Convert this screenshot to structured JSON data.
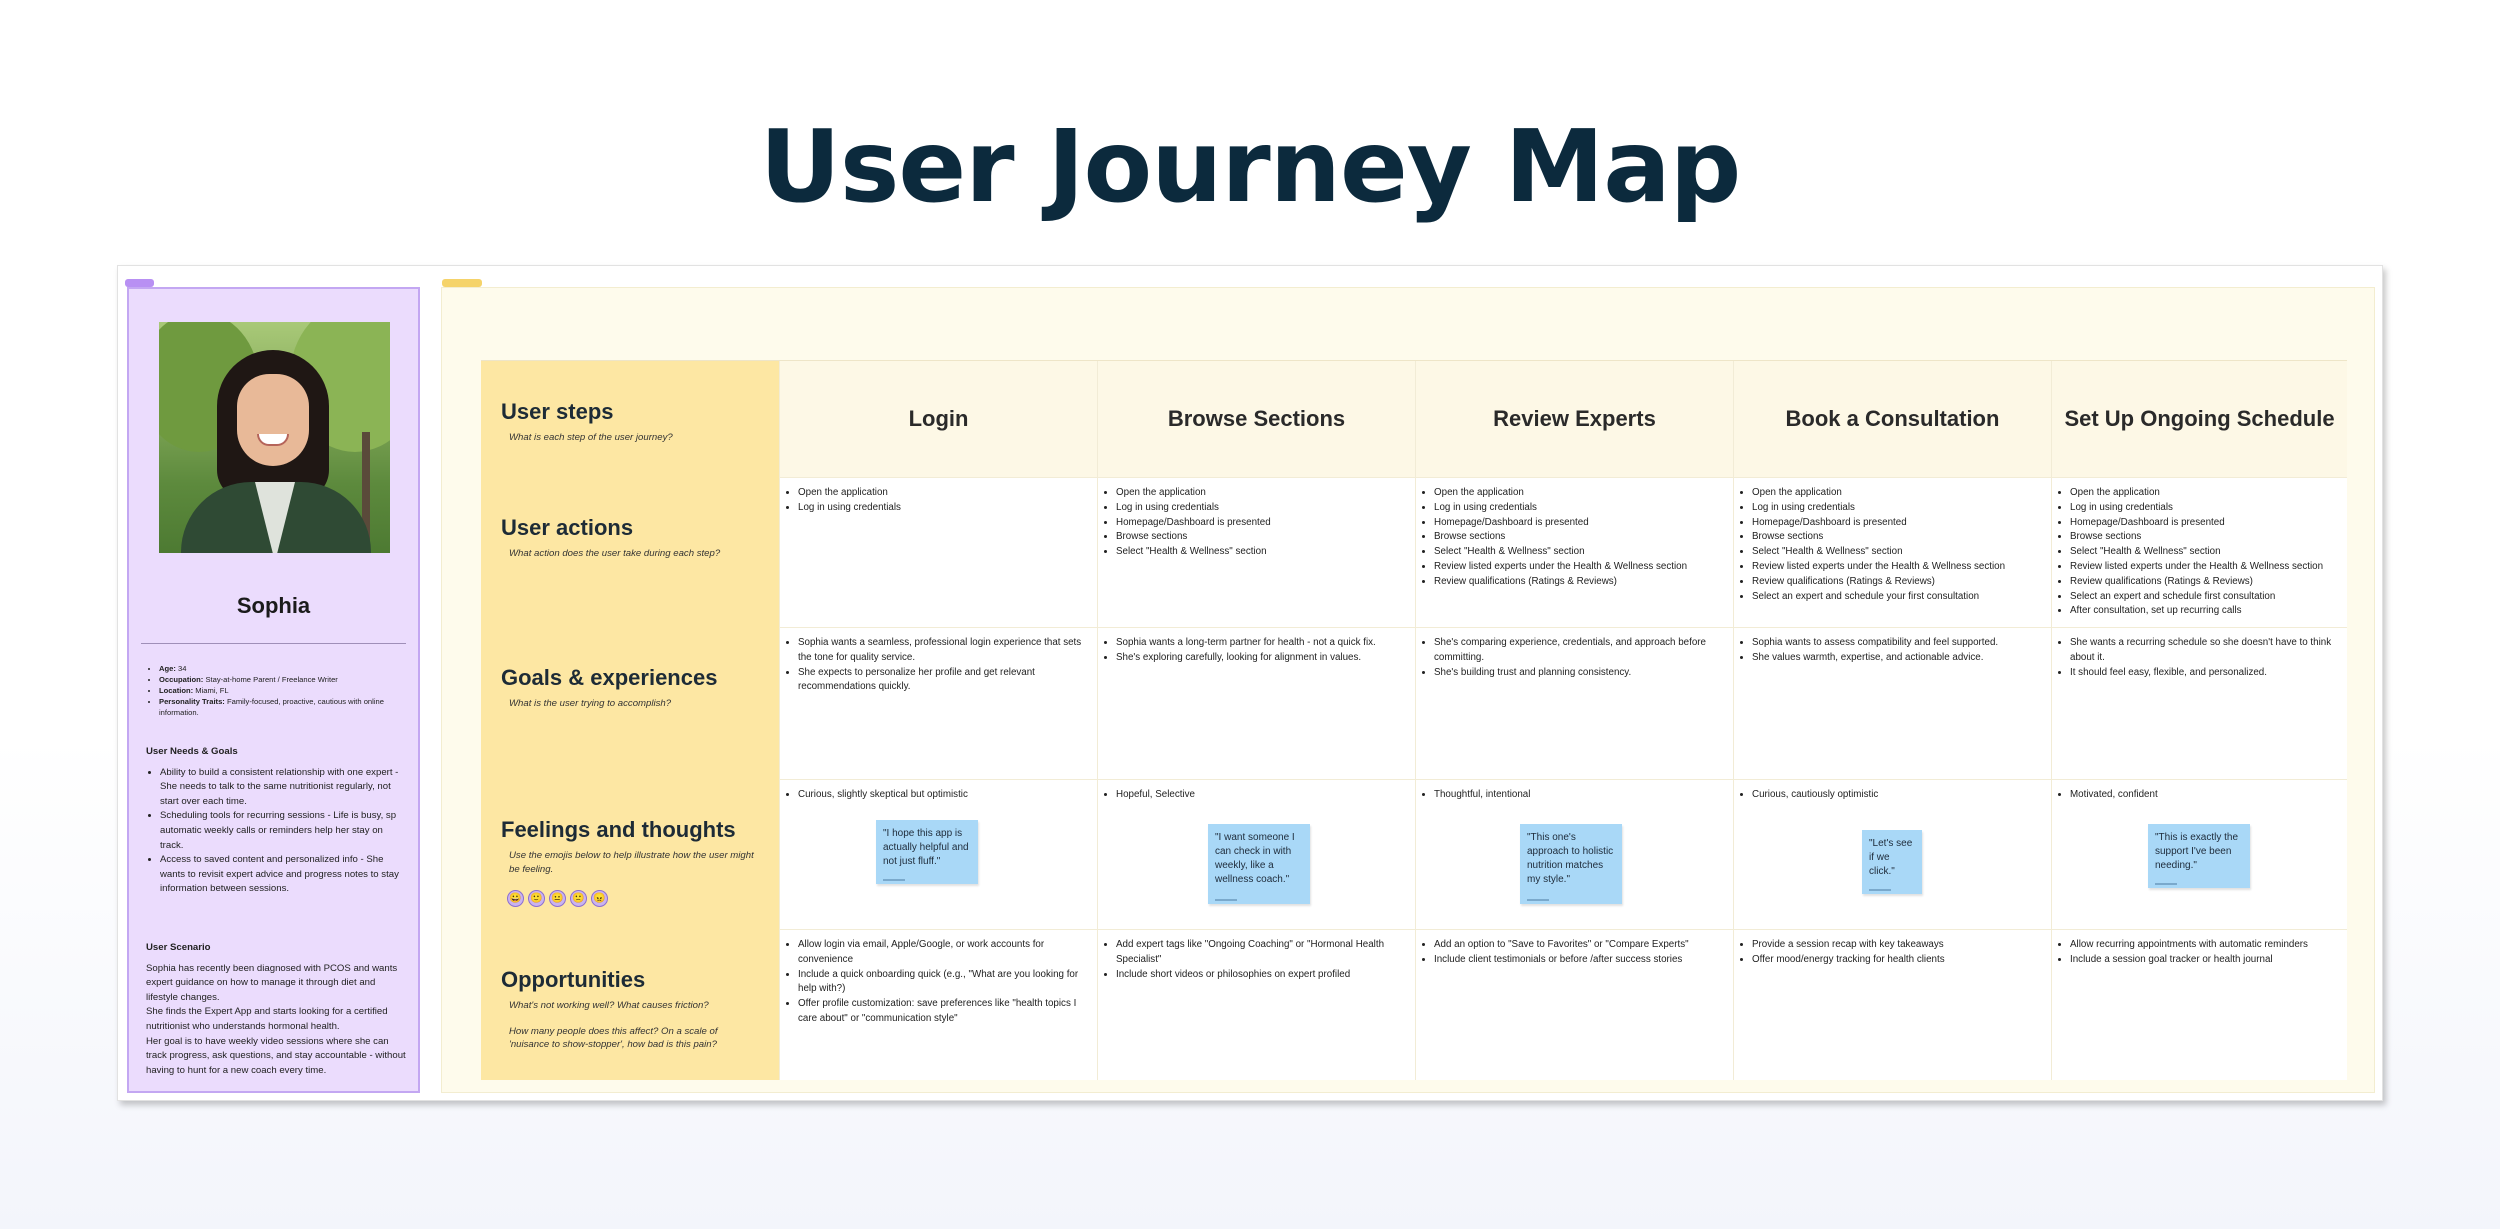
{
  "title": "User Journey Map",
  "frame_tags": {
    "persona": "",
    "journey": ""
  },
  "persona": {
    "name": "Sophia",
    "details": [
      {
        "label": "Age:",
        "value": "34"
      },
      {
        "label": "Occupation:",
        "value": "Stay-at-home Parent / Freelance Writer"
      },
      {
        "label": "Location:",
        "value": "Miami, FL"
      },
      {
        "label": "Personality Traits:",
        "value": "Family-focused, proactive, cautious with online information."
      }
    ],
    "needs_heading": "User Needs & Goals",
    "needs": [
      "Ability to build a consistent relationship with one expert - She needs to talk to the same nutritionist regularly, not start over each time.",
      "Scheduling tools for recurring sessions - Life is busy, sp automatic weekly calls or reminders help her stay on track.",
      "Access to saved content and personalized info - She wants to revisit expert advice and progress notes to stay information between sessions."
    ],
    "scenario_heading": "User Scenario",
    "scenario": [
      "Sophia has recently been diagnosed with PCOS and wants expert guidance on how to manage it through diet and lifestyle changes.",
      "She finds the Expert App and starts looking for a certified nutritionist who understands hormonal health.",
      "Her goal is to have weekly video sessions where she can track progress, ask questions, and stay accountable - without having to hunt for a new coach every time."
    ]
  },
  "rows": [
    {
      "title": "User steps",
      "sub": "What is each step of the user journey?"
    },
    {
      "title": "User actions",
      "sub": "What action does the user take during each step?"
    },
    {
      "title": "Goals & experiences",
      "sub": "What is the user trying to accomplish?"
    },
    {
      "title": "Feelings and thoughts",
      "sub": "Use the emojis below to help illustrate how the user might be feeling."
    },
    {
      "title": "Opportunities",
      "sub": "What's not working well? What causes friction?",
      "sub2": "How many people does this affect? On a scale of 'nuisance to show-stopper', how bad is this pain?"
    }
  ],
  "emojis": [
    "😀",
    "🙂",
    "😐",
    "🙁",
    "😠"
  ],
  "steps": [
    {
      "name": "Login",
      "actions": [
        "Open the application",
        "Log in using credentials"
      ],
      "goals": [
        "Sophia wants a seamless, professional login experience that sets the tone for quality service.",
        "She expects to personalize her profile and get relevant recommendations quickly."
      ],
      "feeling": "Curious, slightly skeptical but optimistic",
      "quote": "\"I hope this app is actually helpful and not just fluff.\"",
      "opportunities": [
        "Allow login via email, Apple/Google, or work accounts for convenience",
        "Include a quick onboarding quick (e.g., \"What are you looking for help with?)",
        "Offer profile customization: save preferences like \"health topics I care about\" or \"communication style\""
      ]
    },
    {
      "name": "Browse Sections",
      "actions": [
        "Open the application",
        "Log in using credentials",
        "Homepage/Dashboard is presented",
        "Browse sections",
        "Select \"Health & Wellness\" section"
      ],
      "goals": [
        "Sophia wants a long-term partner for health - not a quick fix.",
        "She's exploring carefully, looking for alignment in values."
      ],
      "feeling": "Hopeful, Selective",
      "quote": "\"I want someone I can check in with weekly, like a wellness coach.\"",
      "opportunities": [
        "Add expert tags like \"Ongoing Coaching\" or \"Hormonal Health Specialist\"",
        "Include short videos or philosophies on expert profiled"
      ]
    },
    {
      "name": "Review Experts",
      "actions": [
        "Open the application",
        "Log in using credentials",
        "Homepage/Dashboard is presented",
        "Browse sections",
        "Select \"Health & Wellness\" section",
        "Review listed experts under the Health & Wellness section",
        "Review qualifications (Ratings & Reviews)"
      ],
      "goals": [
        "She's comparing experience, credentials, and approach before committing.",
        "She's building trust and planning consistency."
      ],
      "feeling": "Thoughtful, intentional",
      "quote": "\"This one's approach to holistic nutrition matches my style.\"",
      "opportunities": [
        "Add an option to \"Save to Favorites\" or \"Compare Experts\"",
        "Include client testimonials or before /after success stories"
      ]
    },
    {
      "name": "Book a Consultation",
      "actions": [
        "Open the application",
        "Log in using credentials",
        "Homepage/Dashboard is presented",
        "Browse sections",
        "Select \"Health & Wellness\" section",
        "Review listed experts under the Health & Wellness section",
        "Review qualifications (Ratings & Reviews)",
        "Select an expert and schedule your first consultation"
      ],
      "goals": [
        "Sophia wants to assess compatibility and feel supported.",
        "She values warmth, expertise, and actionable advice."
      ],
      "feeling": "Curious, cautiously optimistic",
      "quote": "\"Let's see if we click.\"",
      "opportunities": [
        "Provide a session recap with key takeaways",
        "Offer mood/energy tracking for health clients"
      ]
    },
    {
      "name": "Set Up Ongoing Schedule",
      "actions": [
        "Open the application",
        "Log in using credentials",
        "Homepage/Dashboard is presented",
        "Browse sections",
        "Select \"Health & Wellness\" section",
        "Review listed experts under the Health & Wellness section",
        "Review qualifications (Ratings & Reviews)",
        "Select an expert and schedule first consultation",
        "After consultation, set up recurring calls"
      ],
      "goals": [
        "She wants a recurring schedule so she doesn't have to think about it.",
        "It should feel easy, flexible, and personalized."
      ],
      "feeling": "Motivated, confident",
      "quote": "\"This is exactly the support I've been needing.\"",
      "opportunities": [
        "Allow recurring appointments with automatic reminders",
        "Include a session goal tracker or health journal"
      ]
    }
  ]
}
